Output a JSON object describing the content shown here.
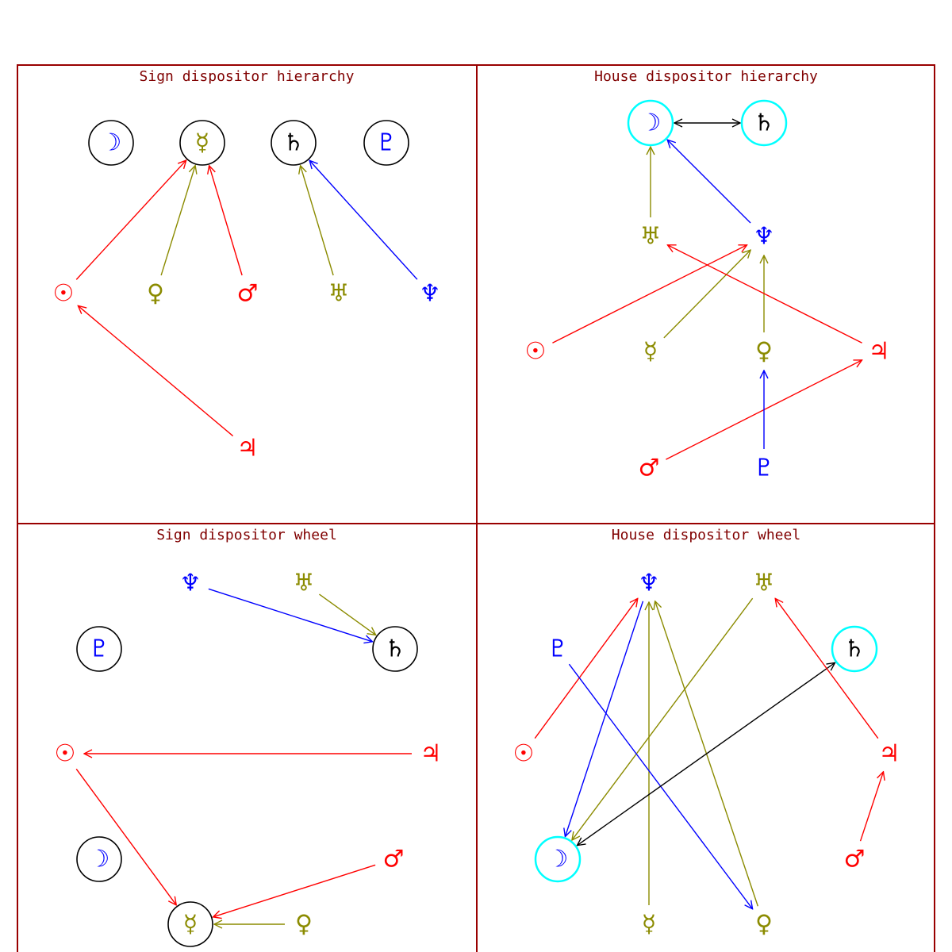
{
  "colors": {
    "frame": "#990000",
    "red": "#ff0000",
    "olive": "#8b8b00",
    "blue": "#0000ff",
    "black": "#000000",
    "cyan": "#00ffff",
    "title": "#800000"
  },
  "glyphs": {
    "sun": "☉",
    "moon": "☽",
    "mercury": "☿",
    "venus": "♀",
    "mars": "♂",
    "jupiter": "♃",
    "saturn": "♄",
    "uranus": "♅",
    "neptune": "♆",
    "pluto": "♇"
  },
  "planet_colors": {
    "sun": "red",
    "moon": "blue",
    "mercury": "olive",
    "venus": "olive",
    "mars": "red",
    "jupiter": "red",
    "saturn": "black",
    "uranus": "olive",
    "neptune": "blue",
    "pluto": "blue"
  },
  "panels": [
    {
      "id": "sign-hierarchy",
      "title": "Sign dispositor hierarchy",
      "rulers": [
        "moon",
        "mercury",
        "saturn",
        "pluto"
      ],
      "ring": "black",
      "edges": [
        {
          "from": "sun",
          "to": "mercury",
          "color": "red"
        },
        {
          "from": "venus",
          "to": "mercury",
          "color": "olive"
        },
        {
          "from": "mars",
          "to": "mercury",
          "color": "red"
        },
        {
          "from": "uranus",
          "to": "saturn",
          "color": "olive"
        },
        {
          "from": "neptune",
          "to": "saturn",
          "color": "blue"
        },
        {
          "from": "jupiter",
          "to": "sun",
          "color": "red"
        }
      ]
    },
    {
      "id": "house-hierarchy",
      "title": "House dispositor hierarchy",
      "rulers": [
        "moon",
        "saturn"
      ],
      "ring": "cyan",
      "edges": [
        {
          "from": "moon",
          "to": "saturn",
          "color": "black",
          "both": true
        },
        {
          "from": "uranus",
          "to": "moon",
          "color": "olive"
        },
        {
          "from": "neptune",
          "to": "moon",
          "color": "blue"
        },
        {
          "from": "sun",
          "to": "neptune",
          "color": "red"
        },
        {
          "from": "mercury",
          "to": "neptune",
          "color": "olive"
        },
        {
          "from": "venus",
          "to": "neptune",
          "color": "olive"
        },
        {
          "from": "jupiter",
          "to": "uranus",
          "color": "red"
        },
        {
          "from": "mars",
          "to": "jupiter",
          "color": "red"
        },
        {
          "from": "pluto",
          "to": "venus",
          "color": "blue"
        }
      ]
    },
    {
      "id": "sign-wheel",
      "title": "Sign dispositor wheel",
      "rulers": [
        "saturn",
        "pluto",
        "moon",
        "mercury"
      ],
      "ring": "black",
      "edges": [
        {
          "from": "neptune",
          "to": "saturn",
          "color": "blue"
        },
        {
          "from": "uranus",
          "to": "saturn",
          "color": "olive"
        },
        {
          "from": "jupiter",
          "to": "sun",
          "color": "red"
        },
        {
          "from": "sun",
          "to": "mercury",
          "color": "red"
        },
        {
          "from": "mars",
          "to": "mercury",
          "color": "red"
        },
        {
          "from": "venus",
          "to": "mercury",
          "color": "olive"
        }
      ]
    },
    {
      "id": "house-wheel",
      "title": "House dispositor wheel",
      "rulers": [
        "saturn",
        "moon"
      ],
      "ring": "cyan",
      "edges": [
        {
          "from": "sun",
          "to": "neptune",
          "color": "red"
        },
        {
          "from": "neptune",
          "to": "moon",
          "color": "blue"
        },
        {
          "from": "mercury",
          "to": "neptune",
          "color": "olive"
        },
        {
          "from": "venus",
          "to": "neptune",
          "color": "olive"
        },
        {
          "from": "uranus",
          "to": "moon",
          "color": "olive"
        },
        {
          "from": "pluto",
          "to": "venus",
          "color": "blue"
        },
        {
          "from": "moon",
          "to": "saturn",
          "color": "black",
          "both": true
        },
        {
          "from": "jupiter",
          "to": "uranus",
          "color": "red"
        },
        {
          "from": "mars",
          "to": "jupiter",
          "color": "red"
        }
      ]
    }
  ]
}
